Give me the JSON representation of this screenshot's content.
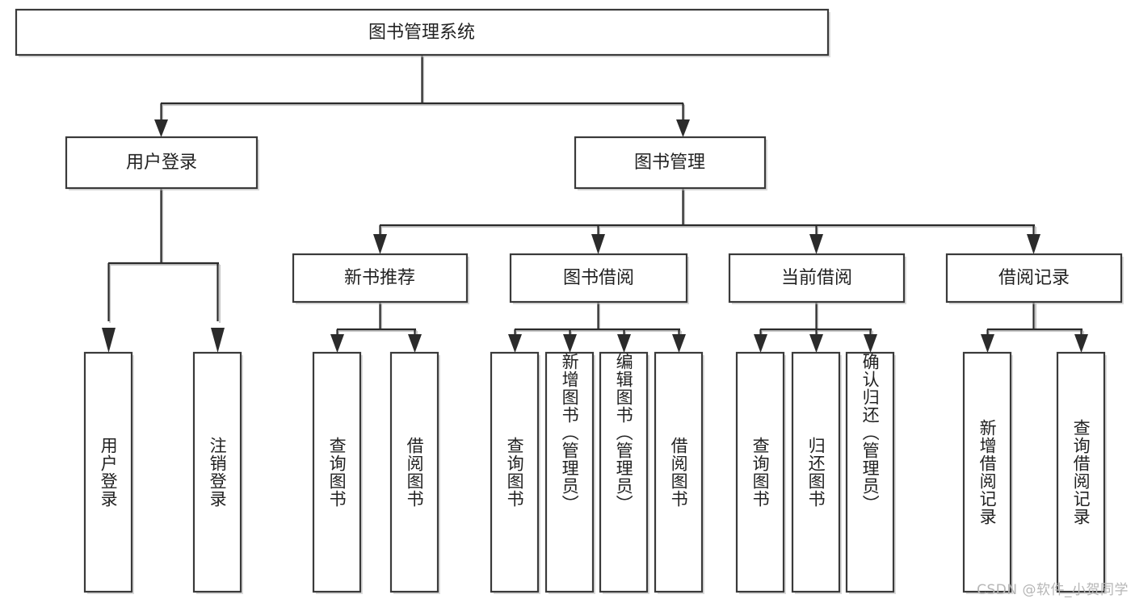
{
  "diagram": {
    "type": "tree",
    "title": "图书管理系统",
    "orientation": "top-down",
    "colors": {
      "node_fill": "#ffffff",
      "node_stroke": "#3a3a3a",
      "connector": "#2b2b2b",
      "label_text": "#222222",
      "watermark_text": "#b6b6b6",
      "background": "#ffffff"
    },
    "root": {
      "id": "root",
      "label": "图书管理系统",
      "orientation": "horizontal"
    },
    "level2": [
      {
        "id": "user-login",
        "label": "用户登录",
        "orientation": "horizontal"
      },
      {
        "id": "book-manage",
        "label": "图书管理",
        "orientation": "horizontal"
      }
    ],
    "level3": [
      {
        "id": "new-book-rec",
        "label": "新书推荐",
        "orientation": "horizontal",
        "parent": "book-manage"
      },
      {
        "id": "book-borrow",
        "label": "图书借阅",
        "orientation": "horizontal",
        "parent": "book-manage"
      },
      {
        "id": "current-borrow",
        "label": "当前借阅",
        "orientation": "horizontal",
        "parent": "book-manage"
      },
      {
        "id": "borrow-record",
        "label": "借阅记录",
        "orientation": "horizontal",
        "parent": "book-manage"
      }
    ],
    "leaves": [
      {
        "id": "leaf-user-login",
        "label": "用户登录",
        "orientation": "vertical",
        "parent": "user-login"
      },
      {
        "id": "leaf-logout-login",
        "label": "注销登录",
        "orientation": "vertical",
        "parent": "user-login"
      },
      {
        "id": "leaf-query-book-1",
        "label": "查询图书",
        "orientation": "vertical",
        "parent": "new-book-rec"
      },
      {
        "id": "leaf-borrow-book-1",
        "label": "借阅图书",
        "orientation": "vertical",
        "parent": "new-book-rec"
      },
      {
        "id": "leaf-query-book-2",
        "label": "查询图书",
        "orientation": "vertical",
        "parent": "book-borrow"
      },
      {
        "id": "leaf-add-book",
        "label": "新增图书（管理员）",
        "orientation": "vertical",
        "parent": "book-borrow"
      },
      {
        "id": "leaf-edit-book",
        "label": "编辑图书（管理员）",
        "orientation": "vertical",
        "parent": "book-borrow"
      },
      {
        "id": "leaf-borrow-book-2",
        "label": "借阅图书",
        "orientation": "vertical",
        "parent": "book-borrow"
      },
      {
        "id": "leaf-query-book-3",
        "label": "查询图书",
        "orientation": "vertical",
        "parent": "current-borrow"
      },
      {
        "id": "leaf-return-book",
        "label": "归还图书",
        "orientation": "vertical",
        "parent": "current-borrow"
      },
      {
        "id": "leaf-confirm-return",
        "label": "确认归还（管理员）",
        "orientation": "vertical",
        "parent": "current-borrow"
      },
      {
        "id": "leaf-add-record",
        "label": "新增借阅记录",
        "orientation": "vertical",
        "parent": "borrow-record"
      },
      {
        "id": "leaf-query-record",
        "label": "查询借阅记录",
        "orientation": "vertical",
        "parent": "borrow-record"
      }
    ]
  },
  "watermark": {
    "text": "CSDN @软件_小贺同学"
  }
}
